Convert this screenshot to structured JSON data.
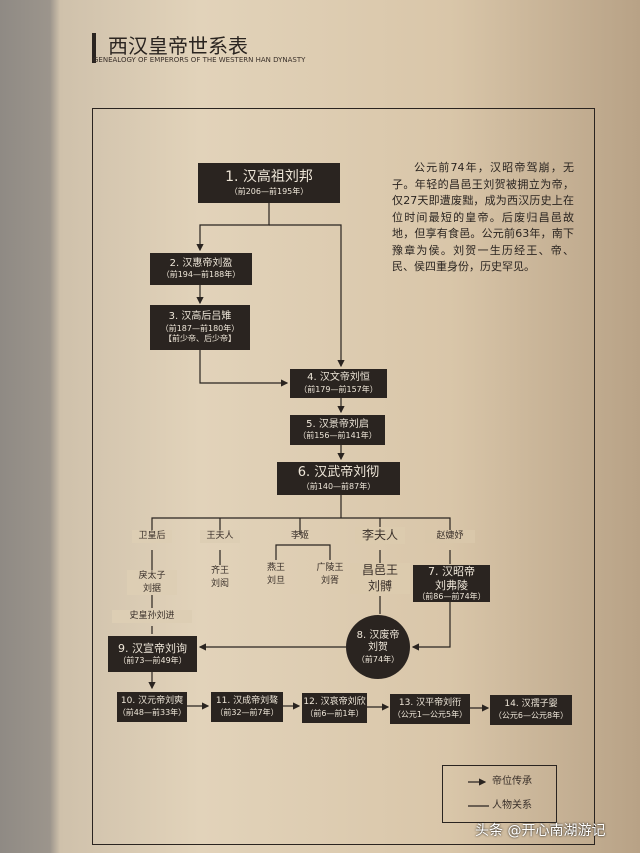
{
  "header": {
    "title": "西汉皇帝世系表",
    "subtitle": "GENEALOGY OF EMPERORS OF THE WESTERN HAN DYNASTY"
  },
  "note": "公元前74年，汉昭帝驾崩，无子。年轻的昌邑王刘贺被拥立为帝，仅27天即遭废黜，成为西汉历史上在位时间最短的皇帝。后废归昌邑故地，但享有食邑。公元前63年，南下豫章为侯。刘贺一生历经王、帝、民、侯四重身份，历史罕见。",
  "emperors": [
    {
      "name": "1. 汉高祖刘邦",
      "years": "（前206—前195年）"
    },
    {
      "name": "2. 汉惠帝刘盈",
      "years": "（前194—前188年）"
    },
    {
      "name": "3. 汉高后吕雉",
      "years": "（前187—前180年）",
      "extra": "【前少帝、后少帝】"
    },
    {
      "name": "4. 汉文帝刘恒",
      "years": "（前179—前157年）"
    },
    {
      "name": "5. 汉景帝刘启",
      "years": "（前156—前141年）"
    },
    {
      "name": "6. 汉武帝刘彻",
      "years": "（前140—前87年）"
    },
    {
      "name": "7. 汉昭帝",
      "name2": "刘弗陵",
      "years": "（前86—前74年）"
    },
    {
      "name": "8. 汉废帝",
      "name2": "刘贺",
      "years": "（前74年）"
    },
    {
      "name": "9. 汉宣帝刘询",
      "years": "（前73—前49年）"
    },
    {
      "name": "10. 汉元帝刘奭",
      "years": "（前48—前33年）"
    },
    {
      "name": "11. 汉成帝刘骜",
      "years": "（前32—前7年）"
    },
    {
      "name": "12. 汉哀帝刘欣",
      "years": "（前6—前1年）"
    },
    {
      "name": "13. 汉平帝刘衎",
      "years": "（公元1—公元5年）"
    },
    {
      "name": "14. 汉孺子婴",
      "years": "（公元6—公元8年）"
    }
  ],
  "consorts": [
    "卫皇后",
    "王夫人",
    "李姬",
    "李夫人",
    "赵婕妤"
  ],
  "persons": {
    "p1a": "戾太子",
    "p1b": "刘据",
    "p2a": "齐王",
    "p2b": "刘闳",
    "p3a": "燕王",
    "p3b": "刘旦",
    "p4a": "广陵王",
    "p4b": "刘胥",
    "p5a": "昌邑王",
    "p5b": "刘髆",
    "p6": "史皇孙刘进"
  },
  "legend": {
    "succession": "帝位传承",
    "relation": "人物关系"
  },
  "watermark": "头条 @开心南湖游记"
}
